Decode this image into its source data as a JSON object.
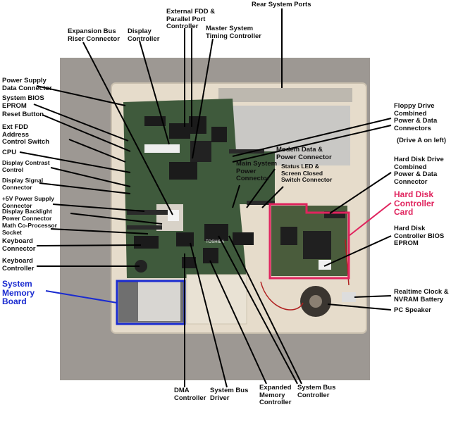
{
  "labels": {
    "rear_ports": "Rear System Ports",
    "ext_fdd": "External FDD &\nParallel Port\nController",
    "expansion_bus": "Expansion Bus\nRiser Connector",
    "display_controller": "Display\nController",
    "master_timing": "Master System\nTiming Controller",
    "power_supply_data": "Power Supply\nData Connector",
    "system_bios": "System BIOS\nEPROM",
    "reset_button": "Reset Button",
    "ext_fdd_switch": "Ext FDD\nAddress\nControl Switch",
    "cpu": "CPU",
    "display_contrast": "Display Contrast\nControl",
    "display_signal": "Display Signal\nConnector",
    "plus5v": "+5V Power Supply\nConnector",
    "backlight": "Display Backlight\nPower Connector",
    "math_coproc": "Math Co-Processor\nSocket",
    "keyboard_connector": "Keyboard\nConnector",
    "keyboard_controller": "Keyboard\nController",
    "system_memory_board": "System\nMemory\nBoard",
    "floppy_drive": "Floppy Drive\nCombined\nPower & Data\nConnectors",
    "drive_a": "(Drive A on left)",
    "modem": "Modem Data &\nPower Connector",
    "main_power": "Main System\nPower\nConnector",
    "status_led": "Status LED &\nScreen Closed\nSwitch Connector",
    "hdd_combined": "Hard Disk Drive\nCombined\nPower & Data\nConnector",
    "hdd_controller_card": "Hard Disk\nController\nCard",
    "hdd_bios": "Hard Disk\nController BIOS\nEPROM",
    "rtc": "Realtime Clock &\nNVRAM Battery",
    "speaker": "PC Speaker",
    "dma": "DMA\nController",
    "bus_driver": "System Bus\nDriver",
    "expanded_memory": "Expanded\nMemory\nController",
    "bus_controller": "System Bus\nController",
    "chip_logo": "TOSHIBA"
  },
  "colors": {
    "hdd_card_outline": "#e0245e",
    "memory_board_outline": "#1a2bd0",
    "pcb": "#3f5a3c",
    "case": "#e6dccb",
    "background": "#9d9893"
  }
}
